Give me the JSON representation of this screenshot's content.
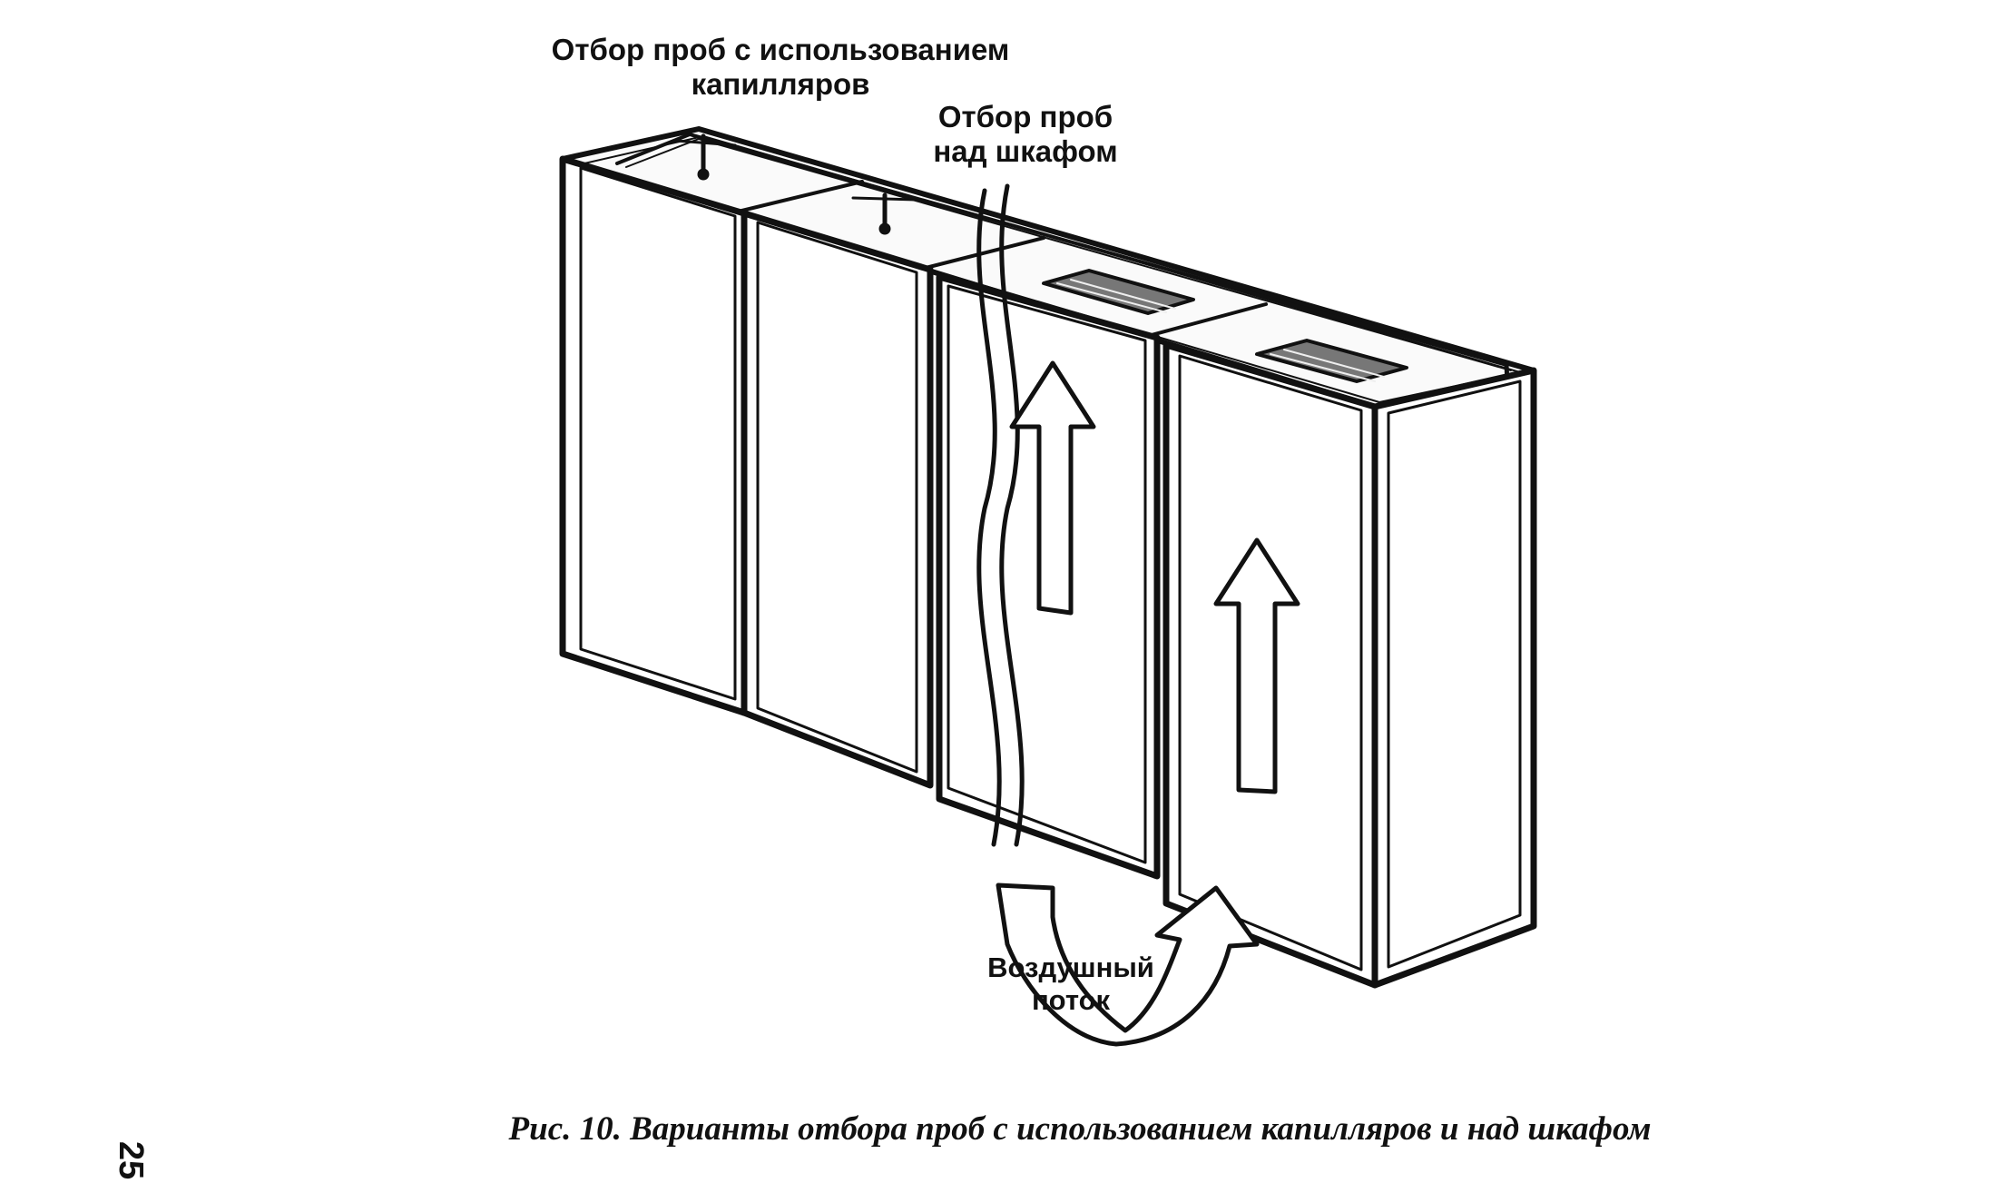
{
  "figure": {
    "label_capillary_sampling": [
      "Отбор проб с использованием",
      "капилляров"
    ],
    "label_above_cabinet_sampling": [
      "Отбор проб",
      "над шкафом"
    ],
    "label_airflow": [
      "Воздушный",
      "поток"
    ]
  },
  "caption": "Рис. 10. Варианты отбора проб с использованием капилляров и над шкафом",
  "page_number": "25"
}
